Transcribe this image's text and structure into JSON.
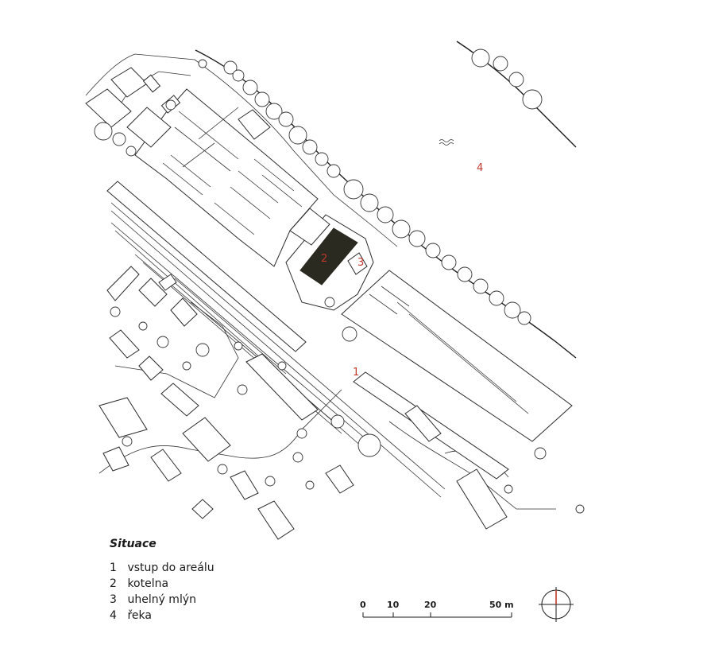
{
  "legend": {
    "title": "Situace",
    "items": [
      {
        "num": "1",
        "label": "vstup do areálu"
      },
      {
        "num": "2",
        "label": "kotelna"
      },
      {
        "num": "3",
        "label": "uhelný mlýn"
      },
      {
        "num": "4",
        "label": "řeka"
      }
    ]
  },
  "markers": [
    "1",
    "2",
    "3",
    "4"
  ],
  "scale": {
    "ticks": [
      "0",
      "10",
      "20",
      "50 m"
    ]
  },
  "colors": {
    "marker": "#c0392b",
    "highlight_building": "#2b2a20",
    "linework": "#2a2a2a"
  },
  "icons": {
    "north_arrow": "north-arrow-icon",
    "water": "water-wave-icon"
  }
}
